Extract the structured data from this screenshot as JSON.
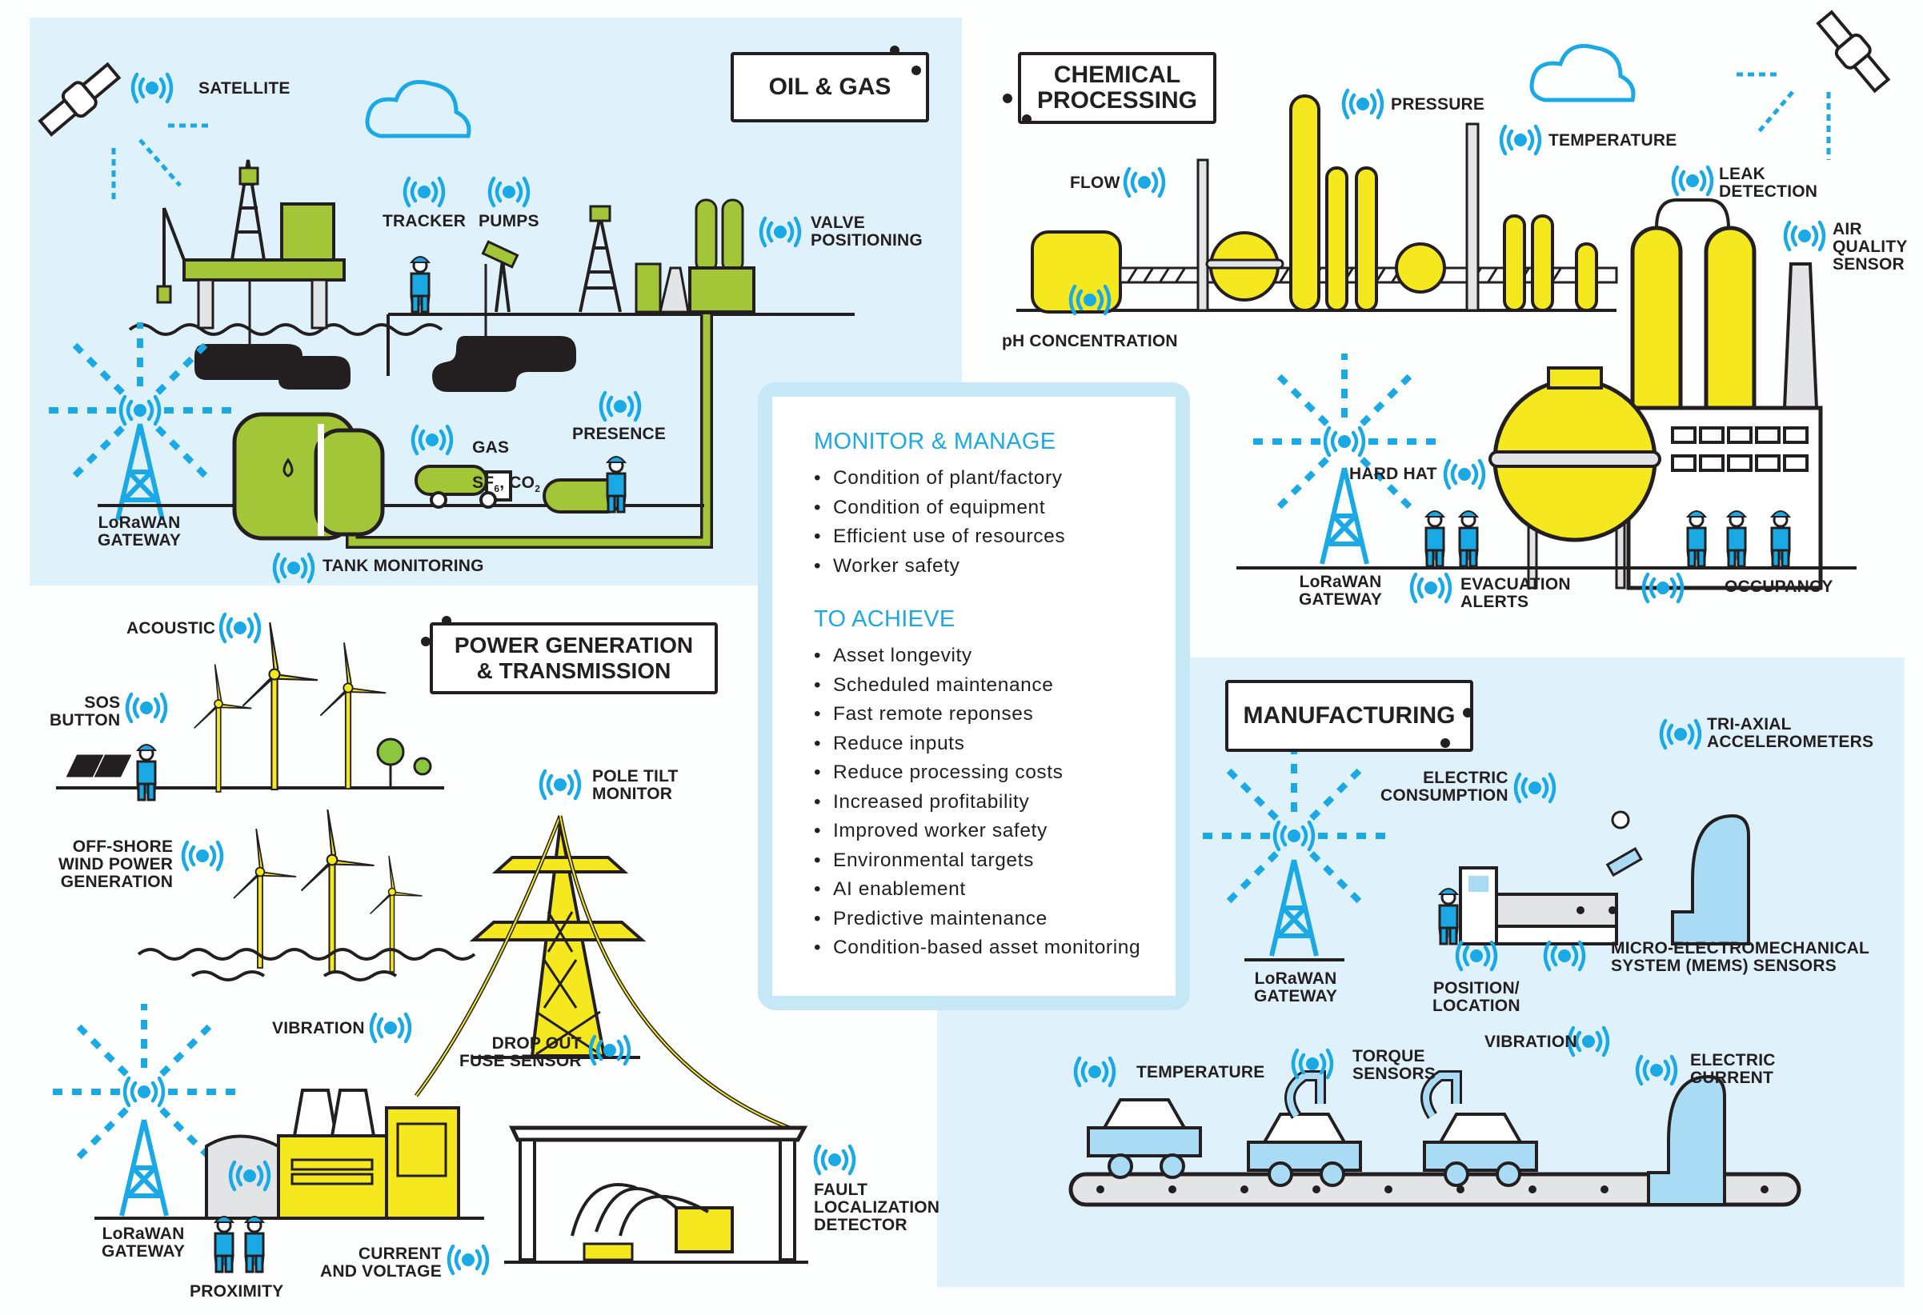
{
  "colors": {
    "panel_bg": "#dff1fa",
    "sensor_blue": "#1ba9e6",
    "oil_green": "#a3c639",
    "chem_yellow": "#f5e81e",
    "mfg_light_blue": "#a9dcf4",
    "outline": "#231f20",
    "grey": "#e3e4e5"
  },
  "icons": {
    "sensor": "wireless-sensor-icon",
    "satellite": "satellite-icon",
    "cloud": "cloud-icon",
    "gateway": "lorawan-tower-icon",
    "worker": "worker-icon"
  },
  "oil_gas": {
    "title": "OIL & GAS",
    "labels": {
      "satellite": "SATELLITE",
      "tracker": "TRACKER",
      "pumps": "PUMPS",
      "valve": "VALVE\nPOSITIONING",
      "gas_line1": "GAS",
      "gas_line2_prefix": "SF",
      "gas_line2_sub1": "6",
      "gas_line2_mid": ", CO",
      "gas_line2_sub2": "2",
      "presence": "PRESENCE",
      "tank": "TANK MONITORING",
      "gateway": "LoRaWAN\nGATEWAY"
    }
  },
  "chemical": {
    "title": "CHEMICAL\nPROCESSING",
    "labels": {
      "pressure": "PRESSURE",
      "temperature": "TEMPERATURE",
      "flow": "FLOW",
      "leak": "LEAK\nDETECTION",
      "air": "AIR\nQUALITY\nSENSOR",
      "ph": "pH CONCENTRATION",
      "hard_hat": "HARD HAT",
      "gateway": "LoRaWAN\nGATEWAY",
      "evacuation": "EVACUATION\nALERTS",
      "occupancy": "OCCUPANCY"
    }
  },
  "power": {
    "title": "POWER GENERATION\n& TRANSMISSION",
    "labels": {
      "acoustic": "ACOUSTIC",
      "sos": "SOS\nBUTTON",
      "offshore": "OFF-SHORE\nWIND POWER\nGENERATION",
      "pole_tilt": "POLE TILT\nMONITOR",
      "vibration": "VIBRATION",
      "drop_out": "DROP OUT\nFUSE SENSOR",
      "fault": "FAULT\nLOCALIZATION\nDETECTOR",
      "current": "CURRENT\nAND VOLTAGE",
      "gateway": "LoRaWAN\nGATEWAY",
      "proximity": "PROXIMITY"
    }
  },
  "manufacturing": {
    "title": "MANUFACTURING",
    "labels": {
      "tri_axial": "TRI-AXIAL\nACCELEROMETERS",
      "electric_consumption": "ELECTRIC\nCONSUMPTION",
      "gateway": "LoRaWAN\nGATEWAY",
      "position": "POSITION/\nLOCATION",
      "mems": "MICRO-ELECTROMECHANICAL\nSYSTEM (MEMS) SENSORS",
      "temperature": "TEMPERATURE",
      "torque": "TORQUE\nSENSORS",
      "vibration": "VIBRATION",
      "electric_current": "ELECTRIC\nCURRENT"
    }
  },
  "info": {
    "monitor_heading": "MONITOR & MANAGE",
    "monitor_items": [
      "Condition of plant/factory",
      "Condition of equipment",
      "Efficient use of resources",
      "Worker safety"
    ],
    "achieve_heading": "TO ACHIEVE",
    "achieve_items": [
      "Asset longevity",
      "Scheduled maintenance",
      "Fast remote reponses",
      "Reduce inputs",
      "Reduce processing costs",
      "Increased profitability",
      "Improved worker safety",
      "Environmental targets",
      "AI enablement",
      "Predictive maintenance",
      "Condition-based asset monitoring"
    ]
  }
}
